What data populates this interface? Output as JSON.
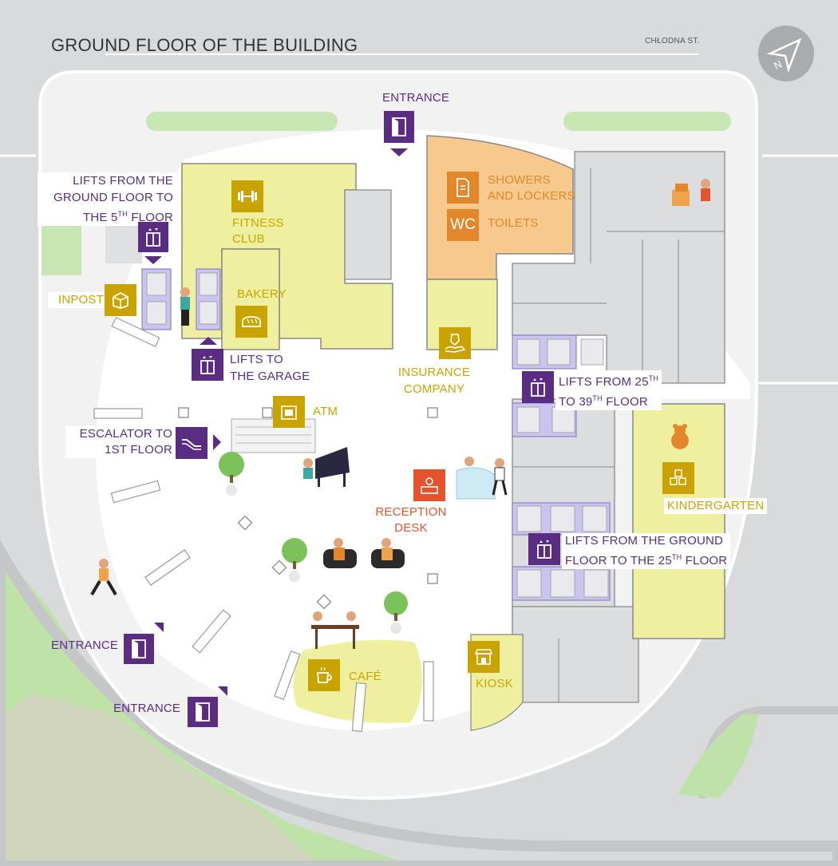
{
  "title": "GROUND FLOOR OF THE BUILDING",
  "street": "CHŁODNA ST.",
  "compass_letter": "N",
  "labels": {
    "entrance_top": "ENTRANCE",
    "entrance_left_1": "ENTRANCE",
    "entrance_left_2": "ENTRANCE",
    "lifts_5th_l1": "LIFTS FROM THE",
    "lifts_5th_l2": "GROUND FLOOR TO",
    "lifts_5th_l3a": "THE 5",
    "lifts_5th_sup": "TH",
    "lifts_5th_l3b": " FLOOR",
    "fitness_l1": "FITNESS",
    "fitness_l2": "CLUB",
    "bakery": "BAKERY",
    "inpost": "INPOST",
    "lifts_garage_l1": "LIFTS TO",
    "lifts_garage_l2": "THE GARAGE",
    "showers_l1": "SHOWERS",
    "showers_l2": "AND LOCKERS",
    "wc_tile": "WC",
    "toilets": "TOILETS",
    "insurance_l1": "INSURANCE",
    "insurance_l2": "COMPANY",
    "lifts_25_39_l1a": "LIFTS FROM 25",
    "lifts_25_39_sup1": "TH",
    "lifts_25_39_l2a": "TO 39",
    "lifts_25_39_sup2": "TH",
    "lifts_25_39_l2b": " FLOOR",
    "atm": "ATM",
    "escalator_l1": "ESCALATOR TO",
    "escalator_l2": "1ST FLOOR",
    "kindergarten": "KINDERGARTEN",
    "reception_l1": "RECEPTION",
    "reception_l2": "DESK",
    "lifts_g_25_l1": "LIFTS FROM THE GROUND",
    "lifts_g_25_l2a": "FLOOR TO THE 25",
    "lifts_g_25_sup": "TH",
    "lifts_g_25_l2b": " FLOOR",
    "cafe": "CAFÉ",
    "kiosk": "KIOSK"
  },
  "colors": {
    "purple": "#5a2d82",
    "gold": "#c9a400",
    "gold_tile": "#c9a400",
    "orange": "#e2872a",
    "red": "#e5532d",
    "yellow_zone": "#eef0a0",
    "orange_zone": "#f7c98c",
    "lift_zone": "#c9c5ef",
    "grey_room": "#dcdddf",
    "green": "#c8e6b4"
  },
  "icons": [
    "entrance-icon",
    "lift-icon",
    "dumbbell-icon",
    "bread-icon",
    "parcel-icon",
    "locker-icon",
    "shield-hand-icon",
    "atm-icon",
    "escalator-icon",
    "reception-icon",
    "blocks-icon",
    "cup-icon",
    "kiosk-icon",
    "compass-arrow-icon"
  ]
}
